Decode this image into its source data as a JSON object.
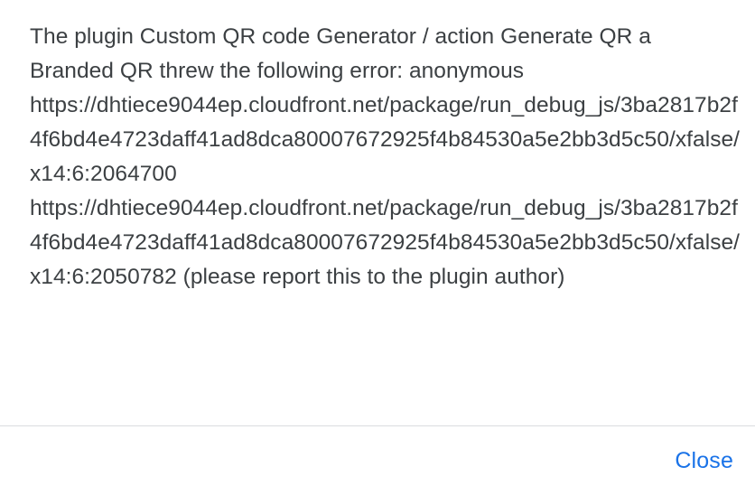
{
  "dialog": {
    "type": "error-alert",
    "background_color": "#ffffff",
    "divider_color": "#dadce0",
    "body": {
      "text_color": "#3c4043",
      "message": "The plugin Custom QR code Generator / action Generate QR a Branded QR threw the following error: anonymous https://dhtiece9044ep.cloudfront.net/package/run_debug_js/3ba2817b2f4f6bd4e4723daff41ad8dca80007672925f4b84530a5e2bb3d5c50/xfalse/x14:6:2064700 https://dhtiece9044ep.cloudfront.net/package/run_debug_js/3ba2817b2f4f6bd4e4723daff41ad8dca80007672925f4b84530a5e2bb3d5c50/xfalse/x14:6:2050782 (please report this to the plugin author)",
      "plugin_name": "Custom QR code Generator",
      "action_name": "Generate QR a Branded QR",
      "error_type": "anonymous",
      "stack_frames": [
        "https://dhtiece9044ep.cloudfront.net/package/run_debug_js/3ba2817b2f4f6bd4e4723daff41ad8dca80007672925f4b84530a5e2bb3d5c50/xfalse/x14:6:2064700",
        "https://dhtiece9044ep.cloudfront.net/package/run_debug_js/3ba2817b2f4f6bd4e4723daff41ad8dca80007672925f4b84530a5e2bb3d5c50/xfalse/x14:6:2050782"
      ],
      "footnote": "(please report this to the plugin author)"
    },
    "footer": {
      "close_label": "Close",
      "close_color": "#1a73e8"
    }
  }
}
